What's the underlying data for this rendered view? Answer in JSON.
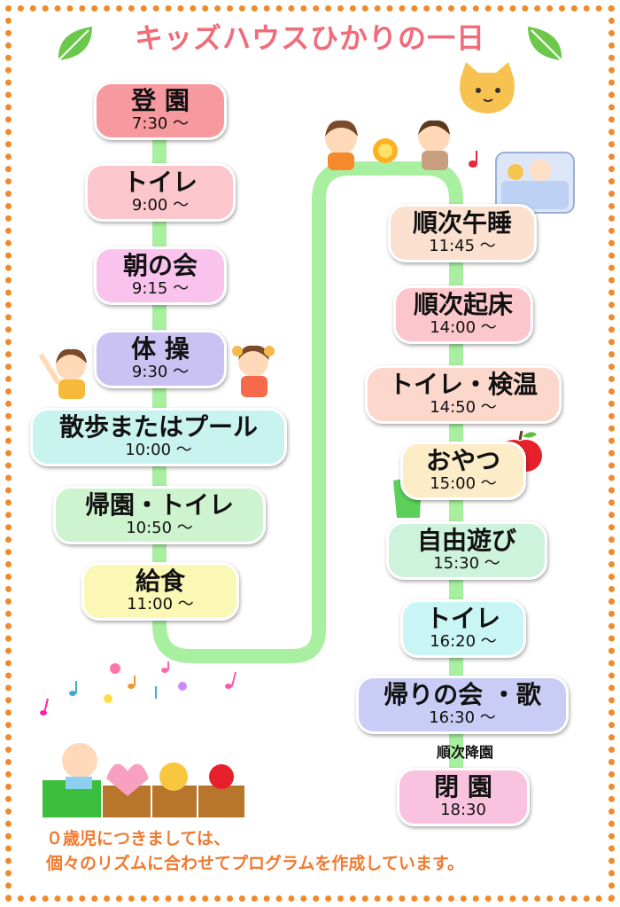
{
  "title": "キッズハウスひかりの一日",
  "schedule_left": [
    {
      "label": "登 園",
      "time": "7:30 〜",
      "color": "#f79aa0"
    },
    {
      "label": "トイレ",
      "time": "9:00 〜",
      "color": "#fbc6cc"
    },
    {
      "label": "朝の会",
      "time": "9:15 〜",
      "color": "#f9c3ee"
    },
    {
      "label": "体 操",
      "time": "9:30 〜",
      "color": "#c9c2f2"
    },
    {
      "label": "散歩またはプール",
      "time": "10:00 〜",
      "color": "#c9f3ef"
    },
    {
      "label": "帰園・トイレ",
      "time": "10:50 〜",
      "color": "#cdf3cf"
    },
    {
      "label": "給食",
      "time": "11:00 〜",
      "color": "#fbf7b5"
    }
  ],
  "schedule_right": [
    {
      "label": "順次午睡",
      "time": "11:45 〜",
      "color": "#fbe0cf"
    },
    {
      "label": "順次起床",
      "time": "14:00 〜",
      "color": "#fbc6cc"
    },
    {
      "label": "トイレ・検温",
      "time": "14:50 〜",
      "color": "#fbd7cc"
    },
    {
      "label": "おやつ",
      "time": "15:00 〜",
      "color": "#fcecc8"
    },
    {
      "label": "自由遊び",
      "time": "15:30 〜",
      "color": "#cdf3dc"
    },
    {
      "label": "トイレ",
      "time": "16:20 〜",
      "color": "#c9f5f5"
    },
    {
      "label": "帰りの会 ・歌",
      "time": "16:30 〜",
      "color": "#c9cdf5"
    },
    {
      "label": "閉 園",
      "time": "18:30",
      "color": "#f9c3e0"
    }
  ],
  "pickup_note": "順次降園",
  "footer": {
    "line1": "０歳児につきましては、",
    "line2": "個々のリズムに合わせてプログラムを作成しています。"
  },
  "colors": {
    "border": "#f08a2c",
    "title": "#f26b7a",
    "path": "#a8f0a0",
    "footer": "#f07a30"
  },
  "icons": [
    "leaf-icon",
    "cat-icon",
    "children-icon",
    "baby-sleeping-icon",
    "apple-icon",
    "cup-icon",
    "music-note-icon",
    "toy-box-icon"
  ]
}
